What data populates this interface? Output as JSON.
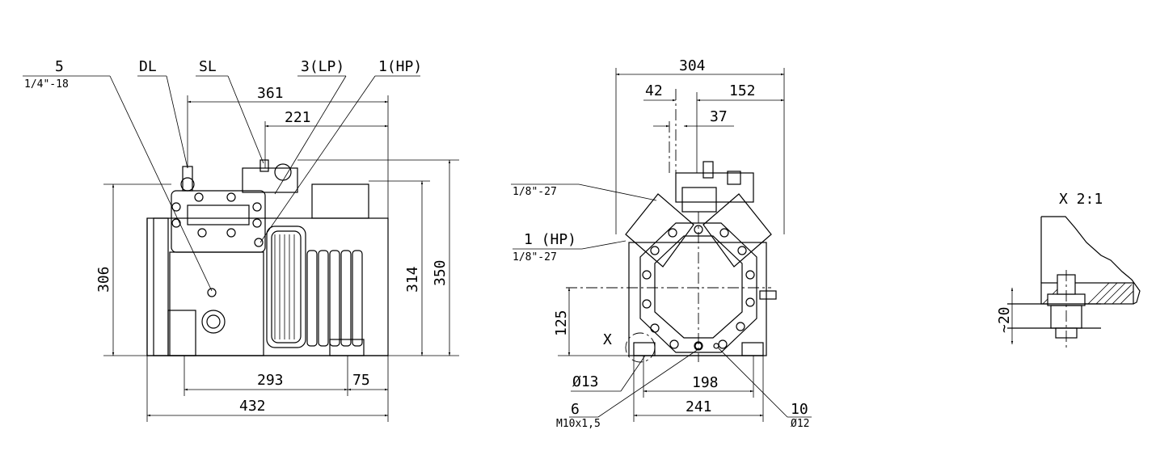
{
  "side_view": {
    "labels": {
      "port5": "5",
      "port5_thread": "1/4\"-18",
      "dl": "DL",
      "sl": "SL",
      "lp": "3(LP)",
      "hp": "1(HP)"
    },
    "dims": {
      "overall_length": "361",
      "head_length": "221",
      "height_left": "306",
      "height_body": "314",
      "height_total": "350",
      "foot_spacing": "293",
      "foot_offset": "75",
      "base_length": "432"
    }
  },
  "front_view": {
    "labels": {
      "thread_top": "1/8\"-27",
      "hp": "1 (HP)",
      "hp_thread": "1/8\"-27",
      "detail_x": "X",
      "hole_dia": "Ø13",
      "bolts": "6",
      "bolt_size": "M10x1,5",
      "holes": "10",
      "holes_dia": "Ø12"
    },
    "dims": {
      "overall_width": "304",
      "offset_left": "42",
      "offset_right": "152",
      "offset_small": "37",
      "axis_height": "125",
      "feet_inner": "198",
      "feet_outer": "241"
    }
  },
  "detail_view": {
    "title": "X 2:1",
    "dim": "~20"
  }
}
